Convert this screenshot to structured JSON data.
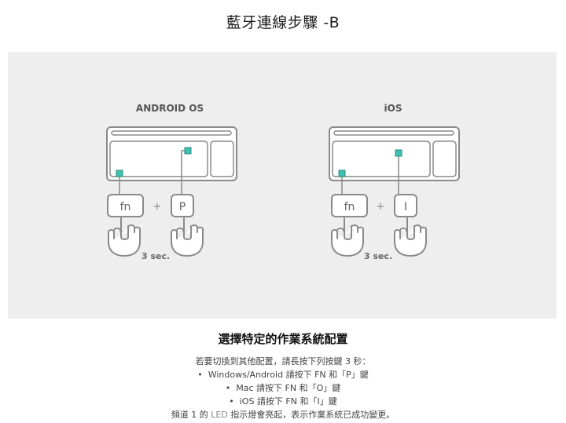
{
  "page_title": "藍牙連線步驟 -B",
  "illustration": {
    "left": {
      "os_label": "ANDROID OS",
      "key1": "fn",
      "key2": "P",
      "plus": "+",
      "hold": "3 sec."
    },
    "right": {
      "os_label": "iOS",
      "key1": "fn",
      "key2": "I",
      "plus": "+",
      "hold": "3 sec."
    },
    "colors": {
      "panel_bg": "#eeeeee",
      "line": "#8a8a8a",
      "indicator": "#40bfb0",
      "fill": "#ffffff"
    }
  },
  "section_heading": "選擇特定的作業系統配置",
  "instructions": {
    "intro": "若要切換到其他配置，請長按下列按鍵 3 秒：",
    "bullets": [
      "Windows/Android 請按下 FN 和「P」鍵",
      "Mac 請按下 FN 和「O」鍵",
      "iOS 請按下 FN 和「I」鍵"
    ],
    "outro_prefix": "頻道 1 的 ",
    "outro_led": "LED",
    "outro_suffix": " 指示燈會亮起，表示作業系統已成功變更。"
  }
}
